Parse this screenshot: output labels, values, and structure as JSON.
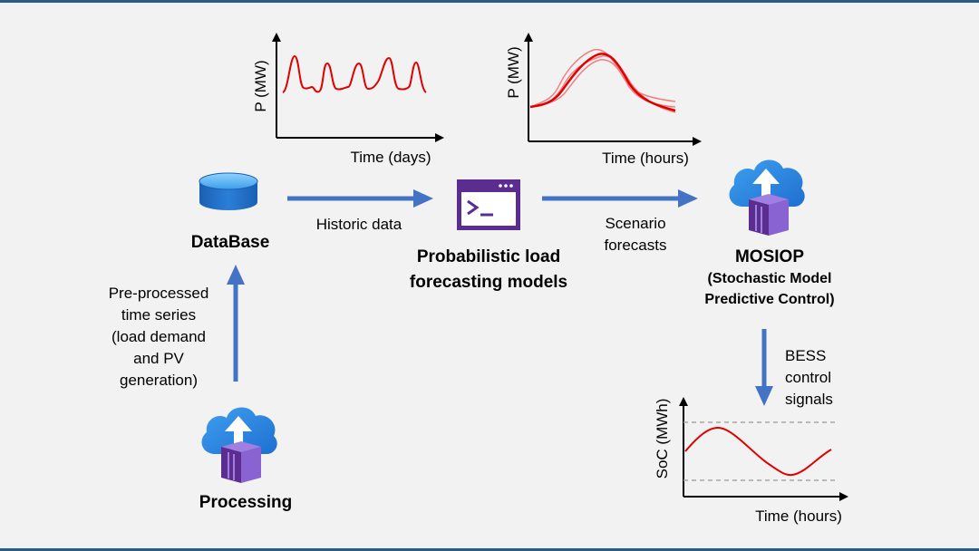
{
  "nodes": {
    "database": {
      "label": "DataBase"
    },
    "processing": {
      "label": "Processing"
    },
    "forecast": {
      "label_line1": "Probabilistic load",
      "label_line2": "forecasting models"
    },
    "mosiop": {
      "label": "MOSIOP",
      "sub_line1": "(Stochastic Model",
      "sub_line2": "Predictive Control)"
    }
  },
  "edges": {
    "historic": {
      "label": "Historic data"
    },
    "scenario": {
      "line1": "Scenario",
      "line2": "forecasts"
    },
    "preprocessed": {
      "line1": "Pre-processed",
      "line2": "time series",
      "line3": "(load demand",
      "line4": "and PV",
      "line5": "generation)"
    },
    "bess": {
      "line1": "BESS",
      "line2": "control",
      "line3": "signals"
    }
  },
  "plots": {
    "history": {
      "ylabel": "P (MW)",
      "xlabel": "Time (days)"
    },
    "scenarios": {
      "ylabel": "P (MW)",
      "xlabel": "Time (hours)"
    },
    "soc": {
      "ylabel": "SoC (MWh)",
      "xlabel": "Time (hours)"
    }
  },
  "colors": {
    "flow_arrow": "#4472c4",
    "series_red": "#e00000",
    "scenario_light": "#f08080",
    "limit_dashed": "#a6a6a6",
    "frame": "#2e5a8a"
  },
  "icons": {
    "database": "database-cylinder-icon",
    "processing": "cloud-upload-container-icon",
    "forecast": "console-terminal-icon",
    "mosiop": "cloud-upload-container-icon"
  }
}
